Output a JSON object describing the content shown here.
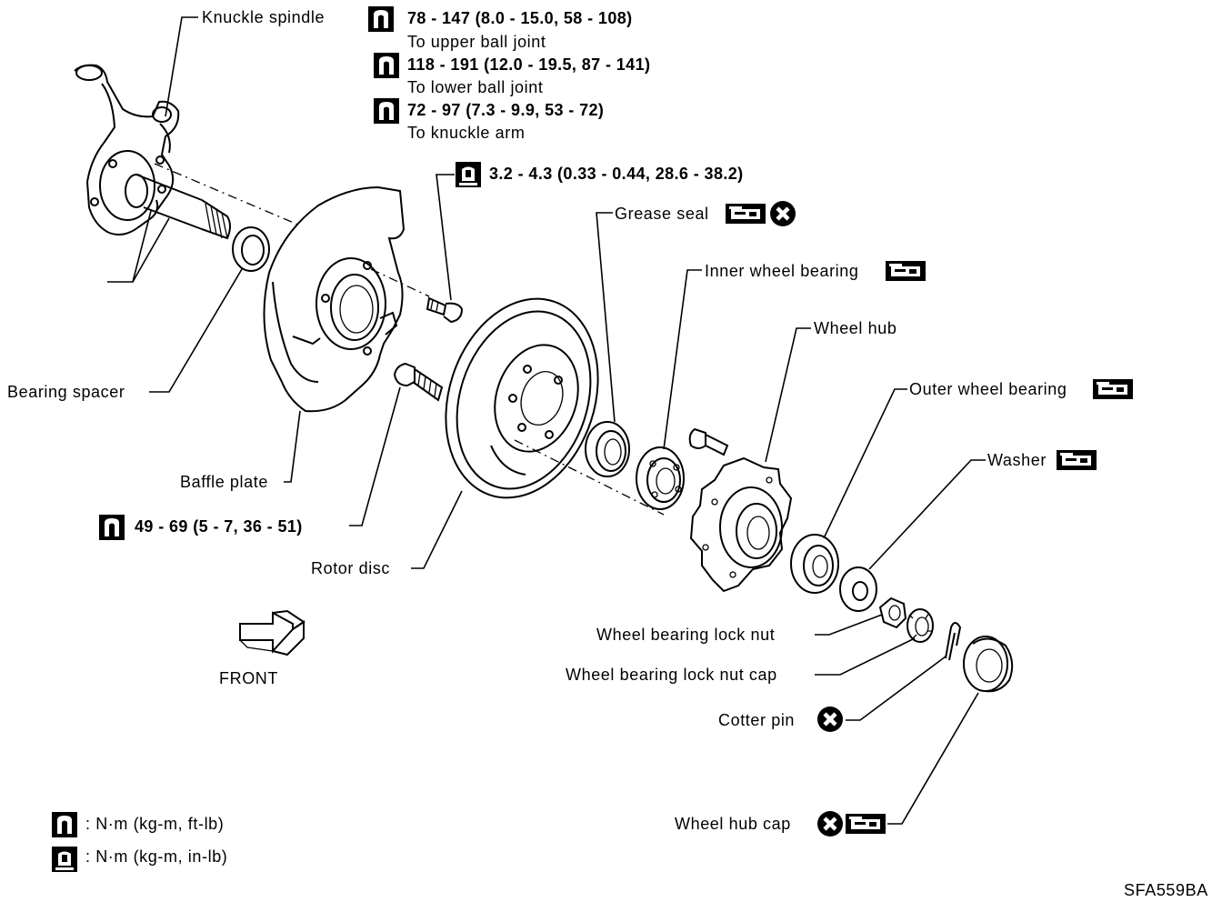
{
  "torque": {
    "ball_upper_value": "78 - 147 (8.0 - 15.0, 58 - 108)",
    "ball_upper_note": "To upper ball joint",
    "ball_lower_value": "118 - 191 (12.0 - 19.5, 87 - 141)",
    "ball_lower_note": "To lower ball joint",
    "knuckle_arm_value": "72 - 97 (7.3 - 9.9, 53 - 72)",
    "knuckle_arm_note": "To knuckle arm",
    "baffle_bolt_value": "3.2 - 4.3 (0.33 - 0.44, 28.6 - 38.2)",
    "hub_bolt_value": "49 - 69 (5 - 7, 36 - 51)"
  },
  "labels": {
    "knuckle_spindle": "Knuckle spindle",
    "bearing_spacer": "Bearing spacer",
    "baffle_plate": "Baffle plate",
    "rotor_disc": "Rotor disc",
    "grease_seal": "Grease seal",
    "inner_wheel_bearing": "Inner wheel bearing",
    "wheel_hub": "Wheel hub",
    "outer_wheel_bearing": "Outer wheel bearing",
    "washer": "Washer",
    "wheel_bearing_lock_nut": "Wheel bearing lock nut",
    "wheel_bearing_lock_nut_cap": "Wheel bearing lock nut cap",
    "cotter_pin": "Cotter pin",
    "wheel_hub_cap": "Wheel hub cap",
    "front": "FRONT"
  },
  "legend": {
    "torque_ft_lb": ": N·m (kg-m, ft-lb)",
    "torque_in_lb": ": N·m (kg-m, in-lb)"
  },
  "figure_id": "SFA559BA",
  "icons": {
    "torque_wrench": "torque-wrench-icon",
    "torque_wrench_small": "torque-wrench-in-lb-icon",
    "grease": "grease-icon",
    "replace": "replace-part-icon"
  }
}
